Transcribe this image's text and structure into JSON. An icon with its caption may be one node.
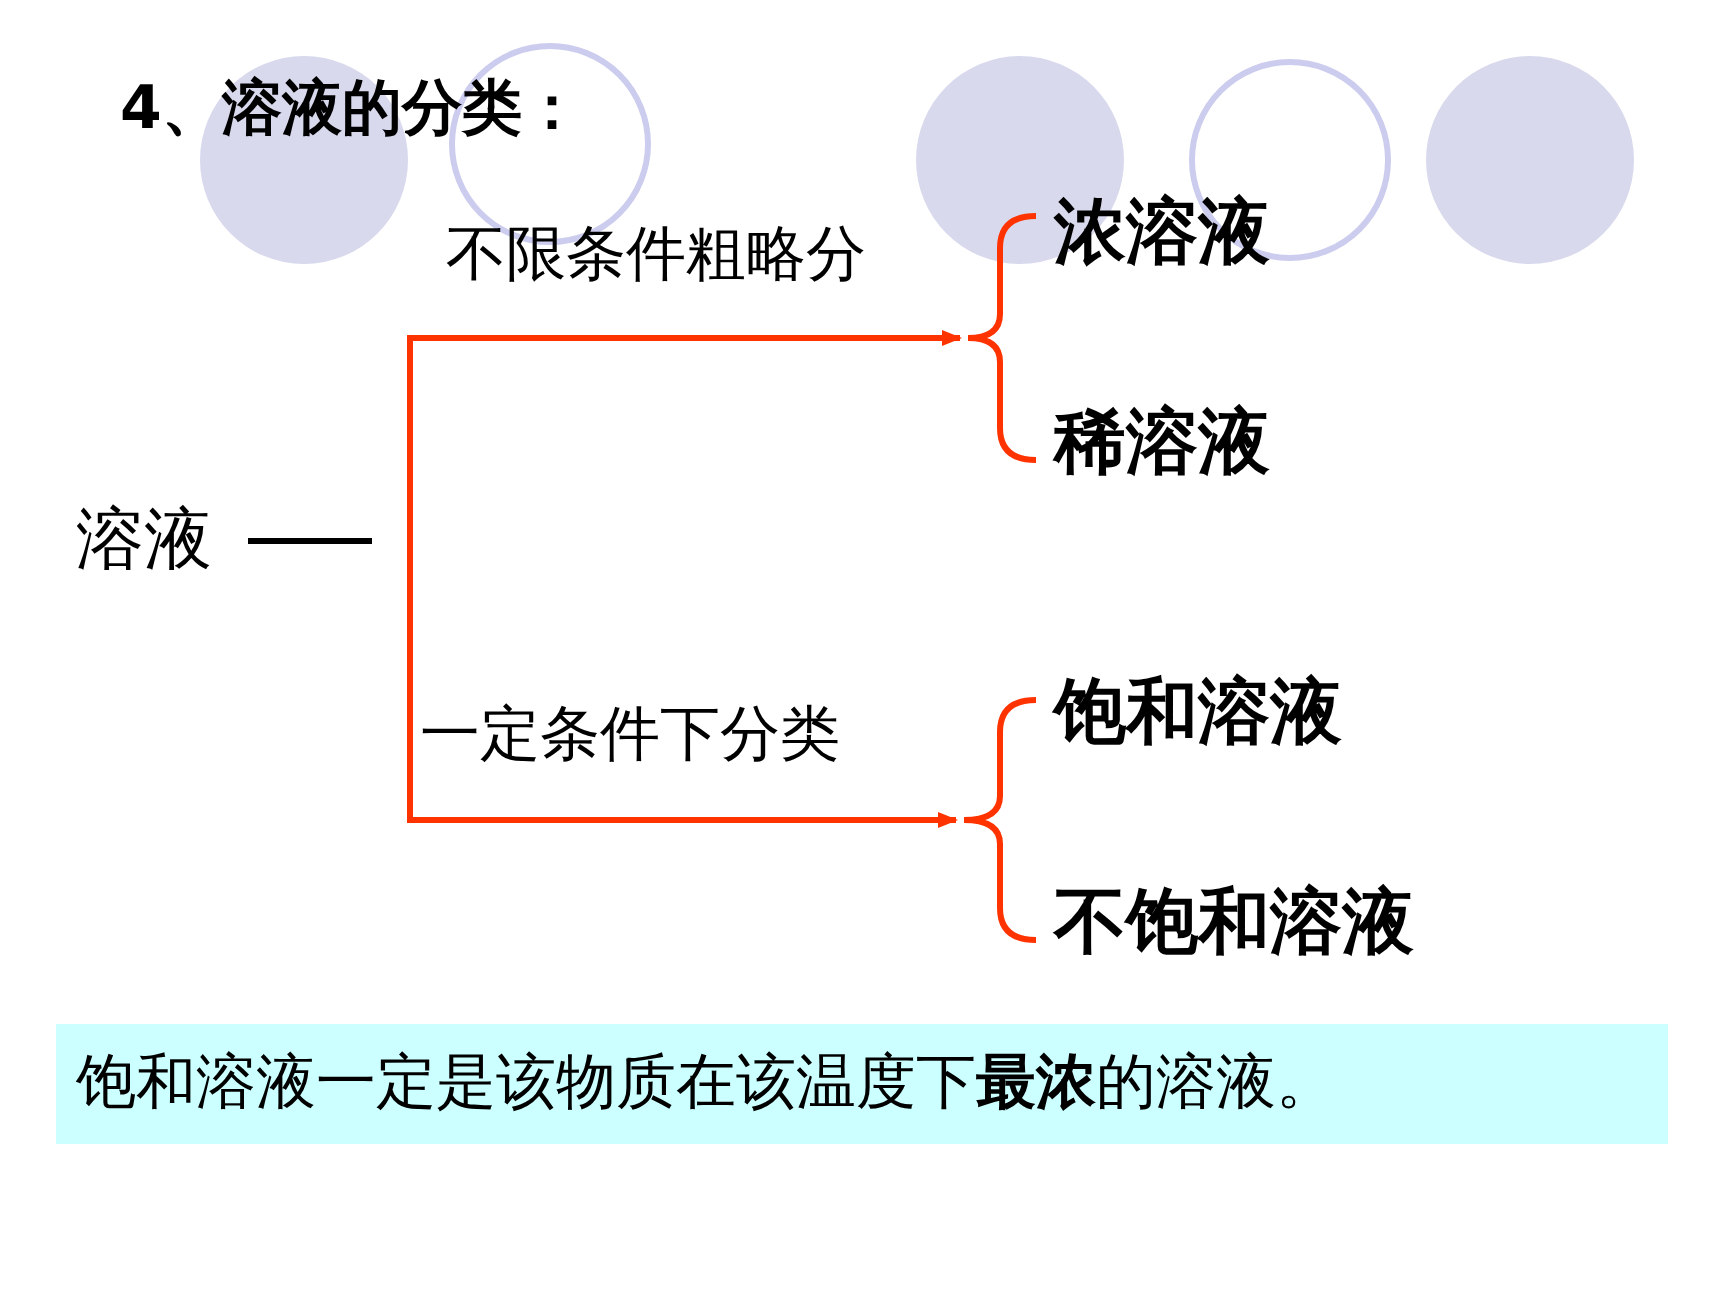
{
  "diagram": {
    "title": "4、溶液的分类：",
    "nodes": [
      {
        "text": [
          "溶液"
        ]
      },
      {
        "text": [],
        "shape": "brace"
      },
      {
        "text": [
          "浓溶液"
        ]
      },
      {
        "text": [
          "稀溶液"
        ]
      },
      {
        "text": [],
        "shape": "brace"
      },
      {
        "text": [
          "饱和溶液"
        ]
      },
      {
        "text": [
          "不饱和溶液"
        ]
      },
      {
        "text": [
          "饱和溶液一定是该物质在该温度下**最浓**的溶液。"
        ]
      }
    ],
    "edges": [
      {
        "from": 0,
        "to": 1,
        "arrow": "to",
        "label": "不限条件粗略分"
      },
      {
        "from": 0,
        "to": 4,
        "arrow": "to",
        "label": "一定条件下分类"
      }
    ]
  }
}
